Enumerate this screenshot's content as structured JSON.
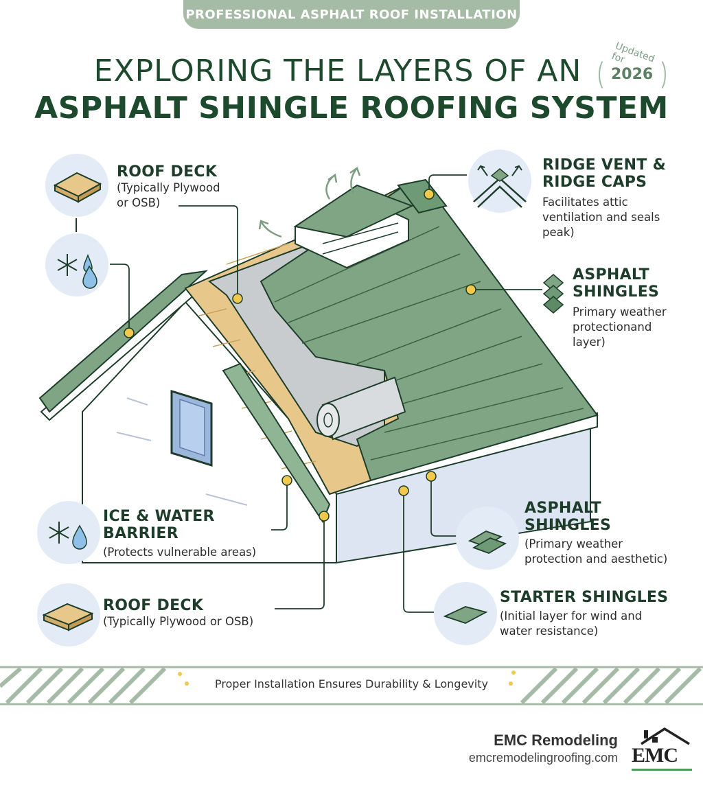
{
  "banner": "PROFESSIONAL ASPHALT ROOF INSTALLATION",
  "title": {
    "line1": "EXPLORING THE LAYERS OF AN",
    "line2": "ASPHALT SHINGLE ROOFING SYSTEM"
  },
  "updated": {
    "label": "Updated for",
    "year": "2026"
  },
  "labels": {
    "roof_deck_top": {
      "title": "ROOF DECK",
      "desc1": "(Typically Plywood",
      "desc2": "or OSB)"
    },
    "ridge_vent": {
      "title1": "RIDGE VENT &",
      "title2": "RIDGE CAPS",
      "desc1": "Facilitates attic",
      "desc2": "ventilation and seals",
      "desc3": "peak)"
    },
    "asphalt_shingles_top": {
      "title1": "ASPHALT",
      "title2": "SHINGLES",
      "desc1": "Primary weather",
      "desc2": "protectionand",
      "desc3": "layer)"
    },
    "ice_water": {
      "title1": "ICE & WATER",
      "title2": "BARRIER",
      "desc": "(Protects vulnerable areas)"
    },
    "roof_deck_bottom": {
      "title": "ROOF DECK",
      "desc": "(Typically Plywood or OSB)"
    },
    "asphalt_shingles_bottom": {
      "title1": "ASPHALT",
      "title2": "SHINGLES",
      "desc1": "(Primary weather",
      "desc2": "protection and aesthetic)"
    },
    "starter_shingles": {
      "title": "STARTER SHINGLES",
      "desc1": "(Initial layer for wind and",
      "desc2": "water resistance)"
    }
  },
  "footer_band_text": "Proper Installation Ensures Durability & Longevity",
  "company": {
    "name": "EMC Remodeling",
    "url": "emcremodelingroofing.com",
    "logo_text": "EMC"
  },
  "colors": {
    "shingle": "#7fa584",
    "shingle_dark": "#5f8a66",
    "wood": "#e8c88a",
    "underlayment": "#c9ccce",
    "wall": "#ffffff",
    "wall_shade": "#dde5f2",
    "dot": "#f2c94c",
    "title": "#1d4a2c",
    "banner": "#a5bba6"
  },
  "icons": [
    "plywood-icon",
    "snowflake-drop-icon",
    "ridge-vent-icon",
    "shingle-stack-icon",
    "starter-shingle-icon"
  ]
}
